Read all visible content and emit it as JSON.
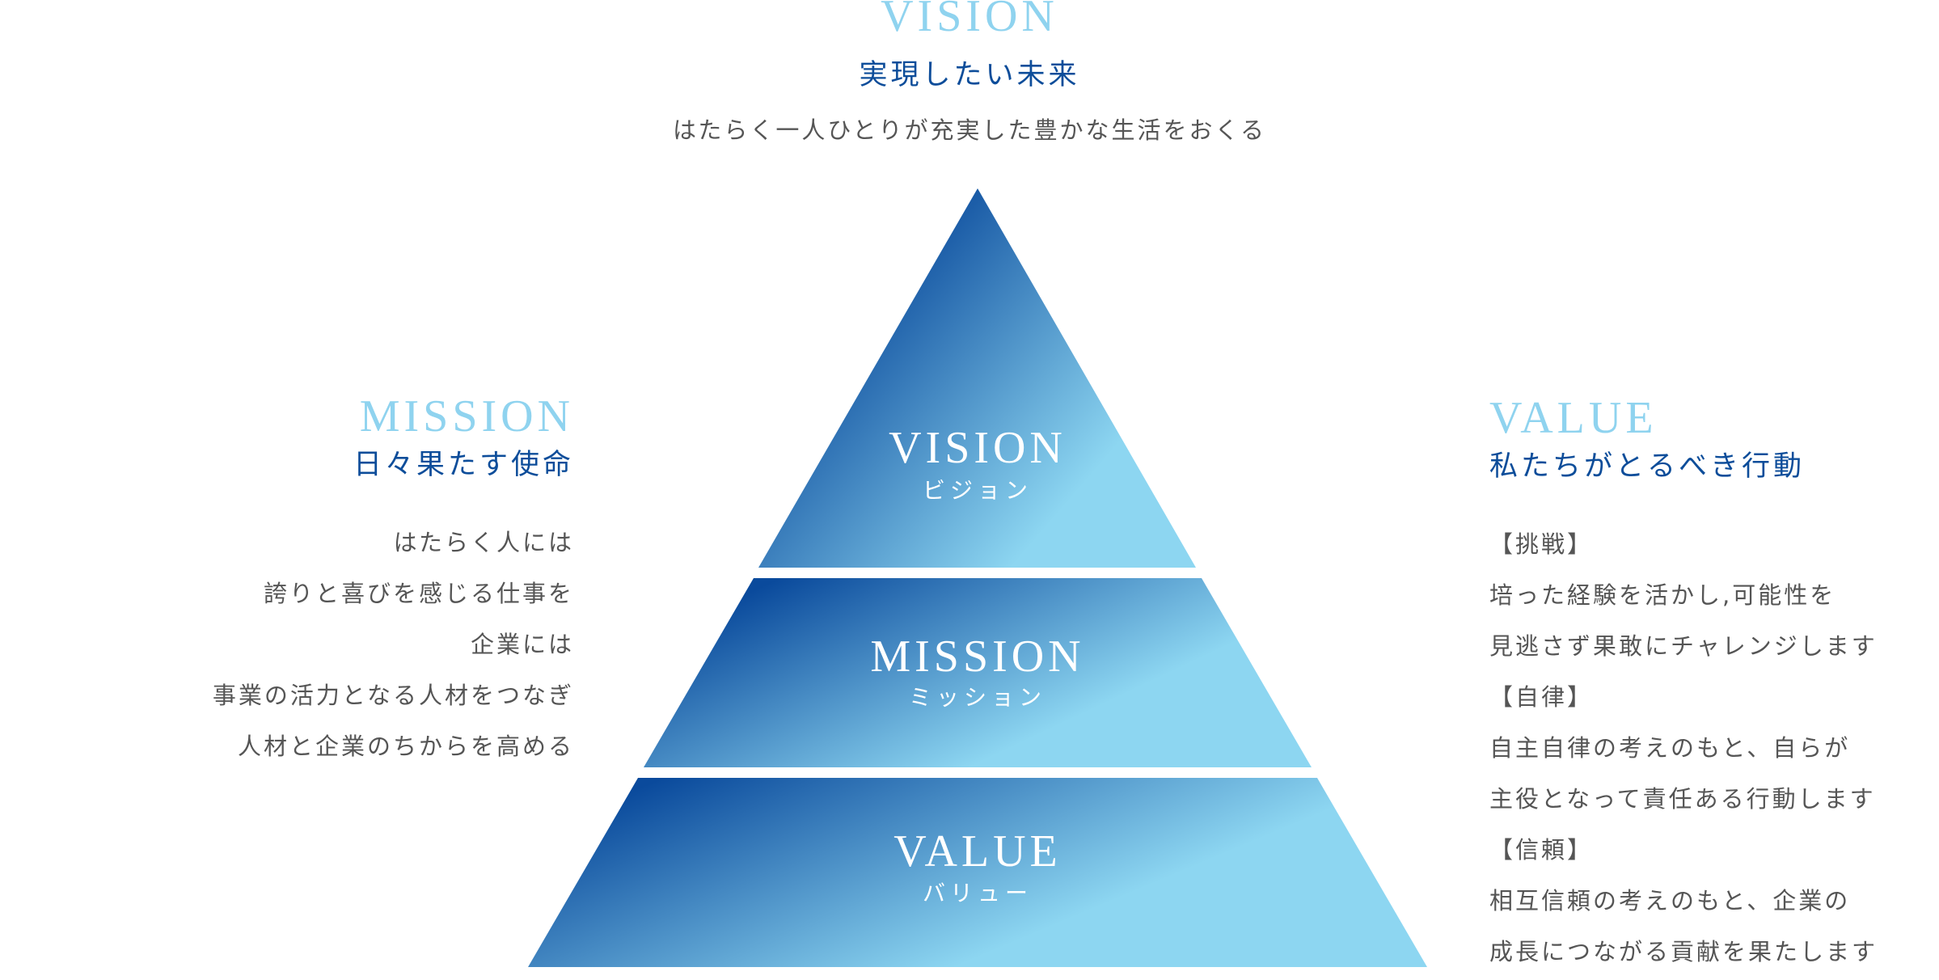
{
  "top_vision": {
    "en": "VISION",
    "jp": "実現したい未来",
    "desc": "はたらく一人ひとりが充実した豊かな生活をおくる"
  },
  "mission": {
    "en": "MISSION",
    "jp": "日々果たす使命",
    "lines": [
      "はたらく人には",
      "誇りと喜びを感じる仕事を",
      "企業には",
      "事業の活力となる人材をつなぎ",
      "人材と企業のちからを高める"
    ]
  },
  "value": {
    "en": "VALUE",
    "jp": "私たちがとるべき行動",
    "lines": [
      "【挑戦】",
      "培った経験を活かし,可能性を",
      "見逃さず果敢にチャレンジします",
      "【自律】",
      "自主自律の考えのもと、自らが",
      "主役となって責任ある行動します",
      "【信頼】",
      "相互信頼の考えのもと、企業の",
      "成長につながる貢献を果たします"
    ]
  },
  "pyramid": {
    "tiers": [
      {
        "en": "VISION",
        "jp": "ビジョン"
      },
      {
        "en": "MISSION",
        "jp": "ミッション"
      },
      {
        "en": "VALUE",
        "jp": "バリュー"
      }
    ]
  },
  "colors": {
    "gradient_dark": "#0a4a9c",
    "gradient_light": "#8dd6f1",
    "accent_light": "#8fd3ef",
    "accent_dark": "#0d4d9a"
  }
}
